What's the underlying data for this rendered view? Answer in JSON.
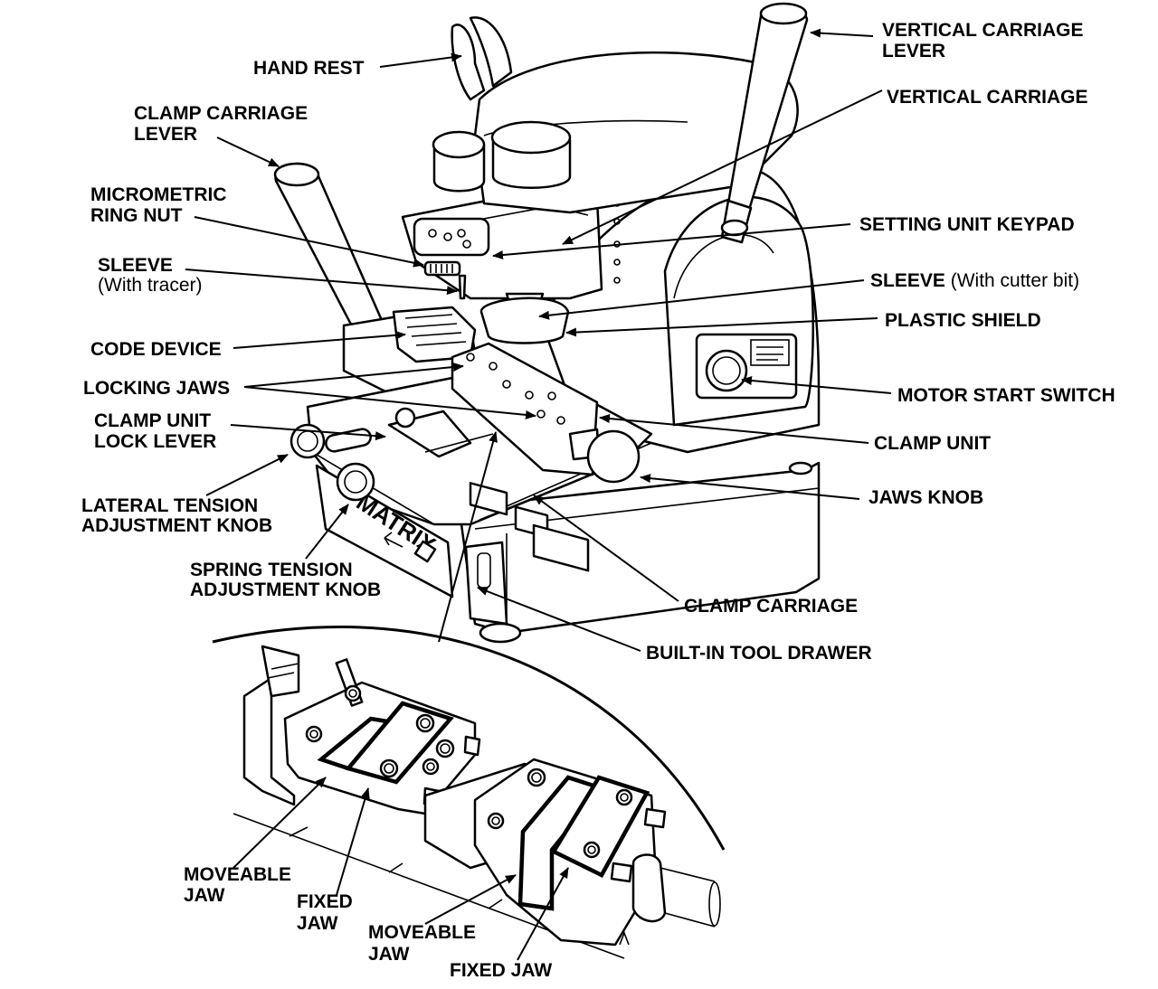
{
  "brand": "MATRIX",
  "labels": {
    "hand_rest": "HAND REST",
    "vertical_carriage_lever_1": "VERTICAL CARRIAGE",
    "vertical_carriage_lever_2": "LEVER",
    "vertical_carriage": "VERTICAL CARRIAGE",
    "clamp_carriage_lever_1": "CLAMP CARRIAGE",
    "clamp_carriage_lever_2": "LEVER",
    "micrometric_ring_nut_1": "MICROMETRIC",
    "micrometric_ring_nut_2": "RING NUT",
    "setting_unit_keypad": "SETTING UNIT KEYPAD",
    "sleeve_tracer_1": "SLEEVE",
    "sleeve_tracer_2": "(With tracer)",
    "sleeve_cutter_1": "SLEEVE",
    "sleeve_cutter_2": "(With cutter bit)",
    "plastic_shield": "PLASTIC SHIELD",
    "code_device": "CODE DEVICE",
    "locking_jaws": "LOCKING JAWS",
    "motor_start_switch": "MOTOR START SWITCH",
    "clamp_unit_lock_lever_1": "CLAMP UNIT",
    "clamp_unit_lock_lever_2": "LOCK LEVER",
    "clamp_unit": "CLAMP UNIT",
    "jaws_knob": "JAWS KNOB",
    "lateral_tension_1": "LATERAL TENSION",
    "lateral_tension_2": "ADJUSTMENT KNOB",
    "spring_tension_1": "SPRING TENSION",
    "spring_tension_2": "ADJUSTMENT KNOB",
    "clamp_carriage": "CLAMP CARRIAGE",
    "built_in_tool_drawer": "BUILT-IN TOOL DRAWER",
    "moveable_jaw_a_1": "MOVEABLE",
    "moveable_jaw_a_2": "JAW",
    "fixed_jaw_a_1": "FIXED",
    "fixed_jaw_a_2": "JAW",
    "moveable_jaw_b_1": "MOVEABLE",
    "moveable_jaw_b_2": "JAW",
    "fixed_jaw_b": "FIXED JAW"
  }
}
